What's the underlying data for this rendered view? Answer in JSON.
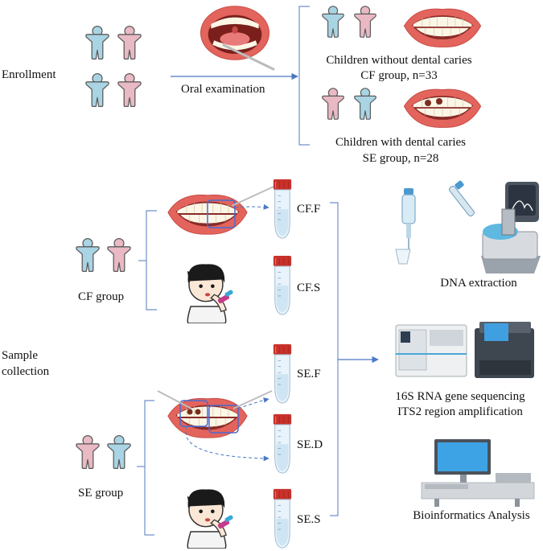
{
  "enrollment": {
    "label": "Enrollment",
    "oral_exam": "Oral examination",
    "cf_title": "Children without dental caries",
    "cf_group": "CF group, n=33",
    "se_title": "Children with dental caries",
    "se_group": "SE group, n=28"
  },
  "sampling": {
    "label_line1": "Sample",
    "label_line2": "collection",
    "cf_group": "CF group",
    "se_group": "SE group",
    "tubes": [
      "CF.F",
      "CF.S",
      "SE.F",
      "SE.D",
      "SE.S"
    ]
  },
  "processing": {
    "dna": "DNA extraction",
    "seq_line1": "16S RNA gene sequencing",
    "seq_line2": "ITS2 region amplification",
    "bioinfo": "Bioinformatics Analysis"
  },
  "colors": {
    "blue_person": "#a9d4e4",
    "pink_person": "#e9b9c4",
    "person_stroke": "#5b5b5b",
    "arrow": "#4a78c4",
    "bracket": "#6f8fc9",
    "tube_cap": "#c8322b",
    "lip": "#e2645c",
    "tooth": "#fbf6e6"
  }
}
